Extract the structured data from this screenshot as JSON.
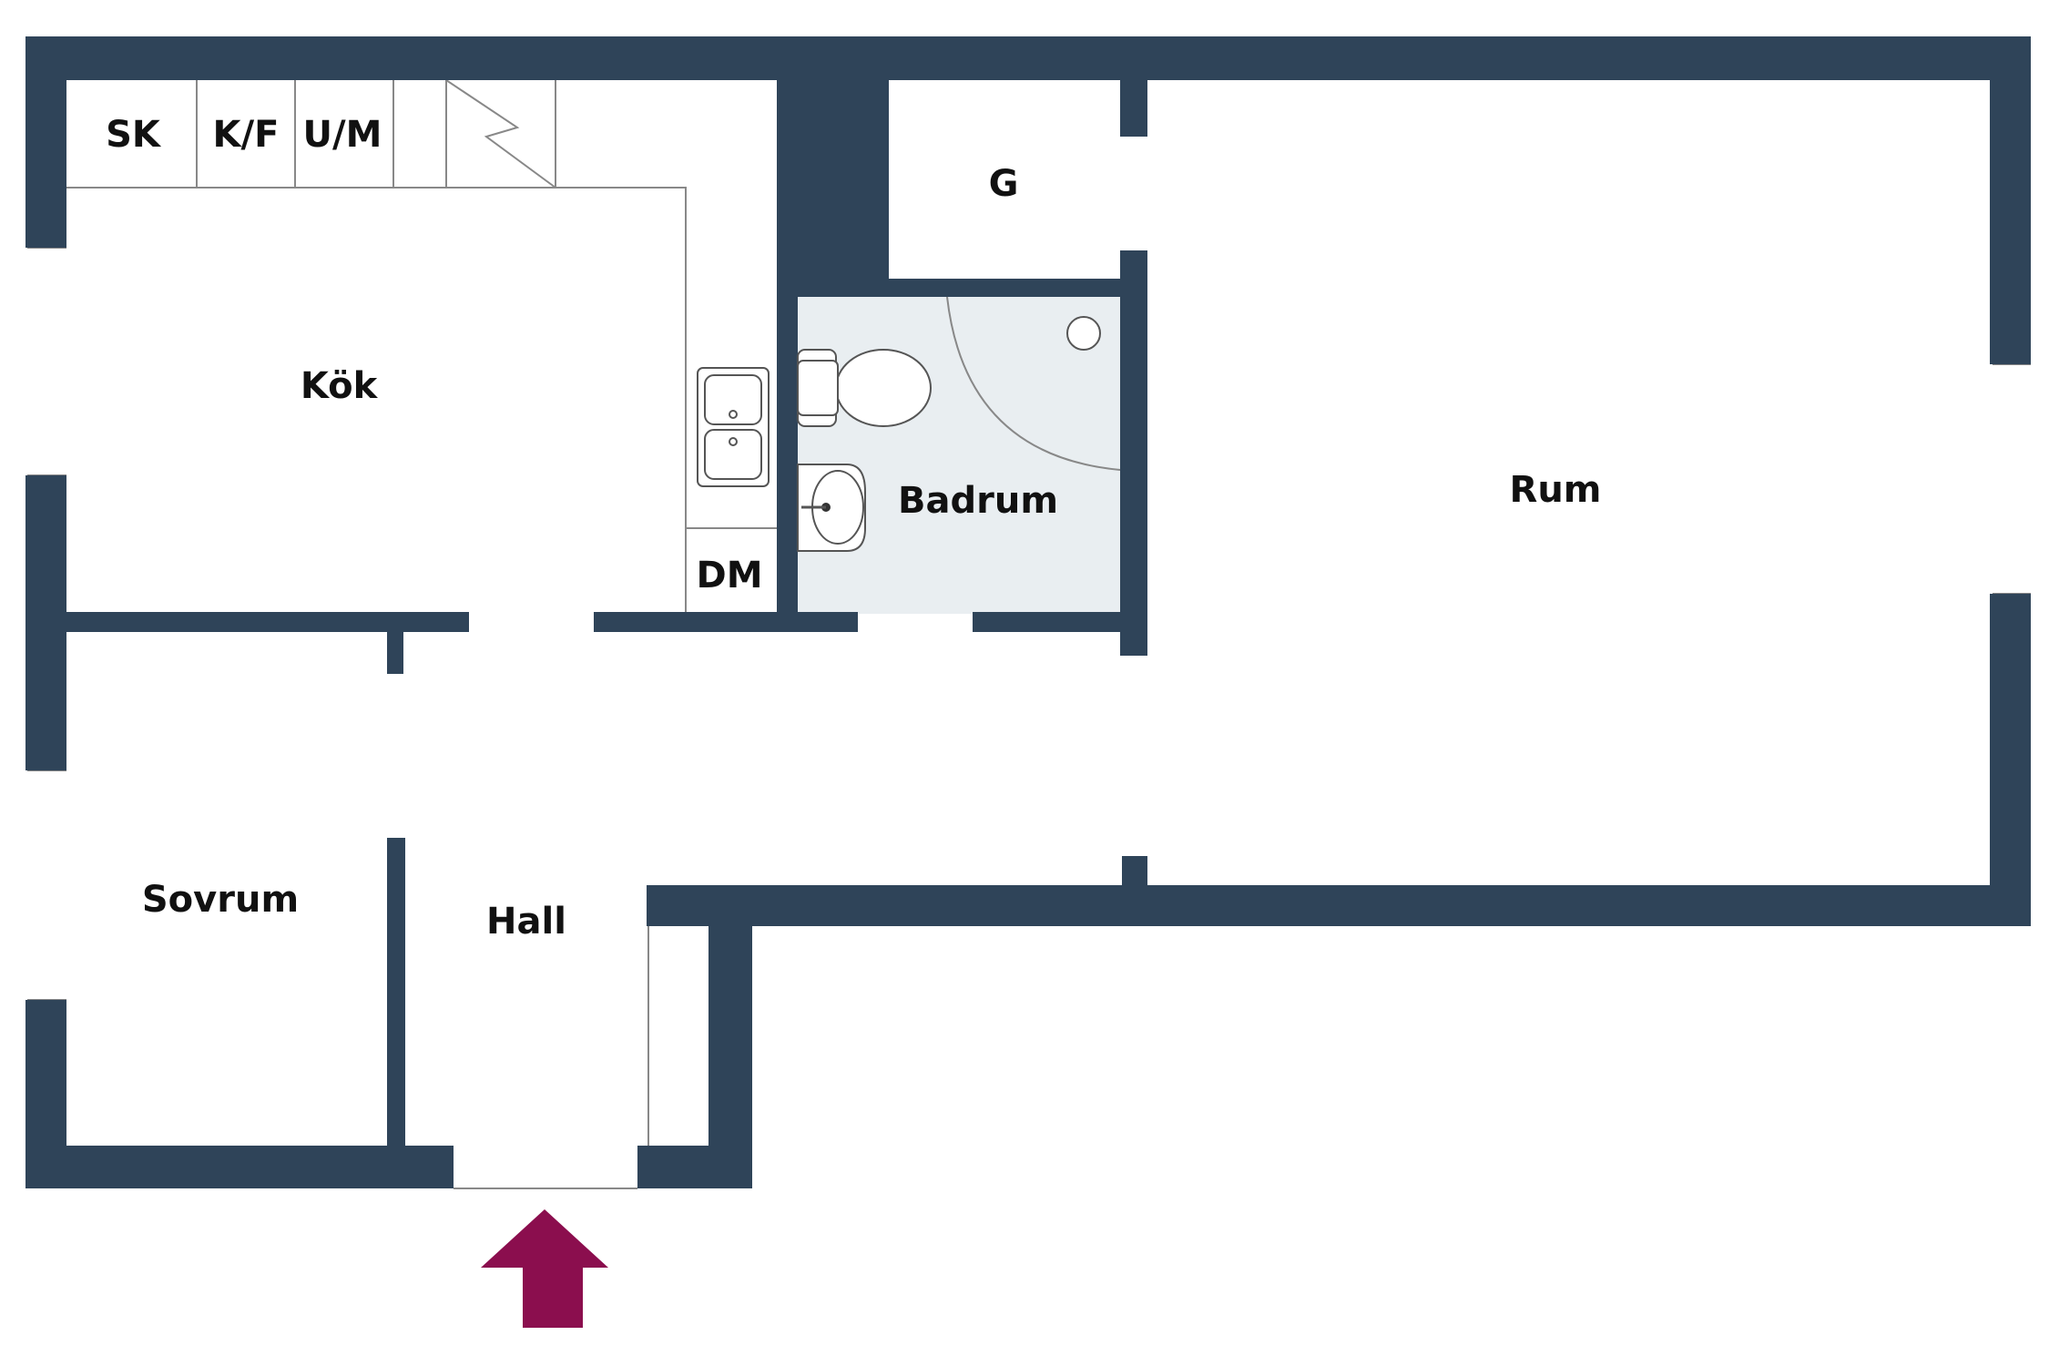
{
  "colors": {
    "wall": "#2F4459",
    "bathroom_floor": "#E9EEF1",
    "floor": "#FFFFFF",
    "entrance_arrow": "#8B0E4E",
    "fixture_stroke": "#555555"
  },
  "rooms": {
    "sk": "SK",
    "kf": "K/F",
    "um": "U/M",
    "kok": "Kök",
    "dm": "DM",
    "g": "G",
    "badrum": "Badrum",
    "rum": "Rum",
    "sovrum": "Sovrum",
    "hall": "Hall"
  },
  "icons": {
    "entrance": "up-arrow-icon",
    "sink": "double-sink-icon",
    "toilet": "toilet-icon",
    "washbasin": "washbasin-icon",
    "shower": "shower-icon",
    "stairs": "stairs-icon"
  }
}
